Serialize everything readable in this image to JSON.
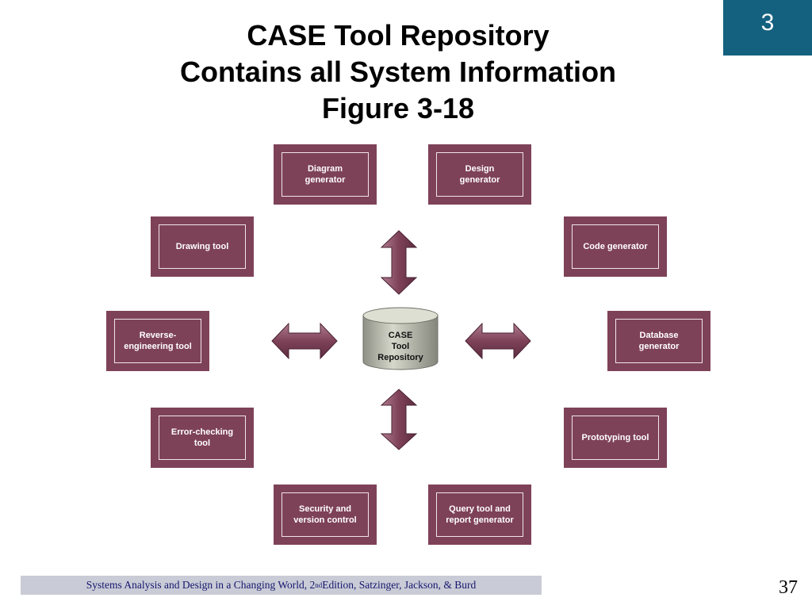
{
  "slide": {
    "title_lines": [
      "CASE Tool Repository",
      "Contains all System Information",
      "Figure 3-18"
    ],
    "chapter_number": "3",
    "page_number": "37"
  },
  "diagram": {
    "repository_label": "CASE\nTool\nRepository",
    "tools": {
      "diagram_generator": "Diagram\ngenerator",
      "design_generator": "Design\ngenerator",
      "drawing_tool": "Drawing tool",
      "code_generator": "Code generator",
      "reverse_engineering_tool": "Reverse-\nengineering tool",
      "database_generator": "Database\ngenerator",
      "error_checking_tool": "Error-checking\ntool",
      "prototyping_tool": "Prototyping tool",
      "security_version_control": "Security and\nversion control",
      "query_report_generator": "Query tool and\nreport generator"
    }
  },
  "footer": {
    "citation_before_sup": "Systems Analysis and Design in a Changing World, 2",
    "citation_sup": "nd",
    "citation_after_sup": " Edition, Satzinger, Jackson, & Burd"
  },
  "colors": {
    "box_fill": "#7e4258",
    "chapter_tab": "#14617f",
    "footer_bar": "#c9ccd6",
    "footer_text": "#16166e"
  }
}
